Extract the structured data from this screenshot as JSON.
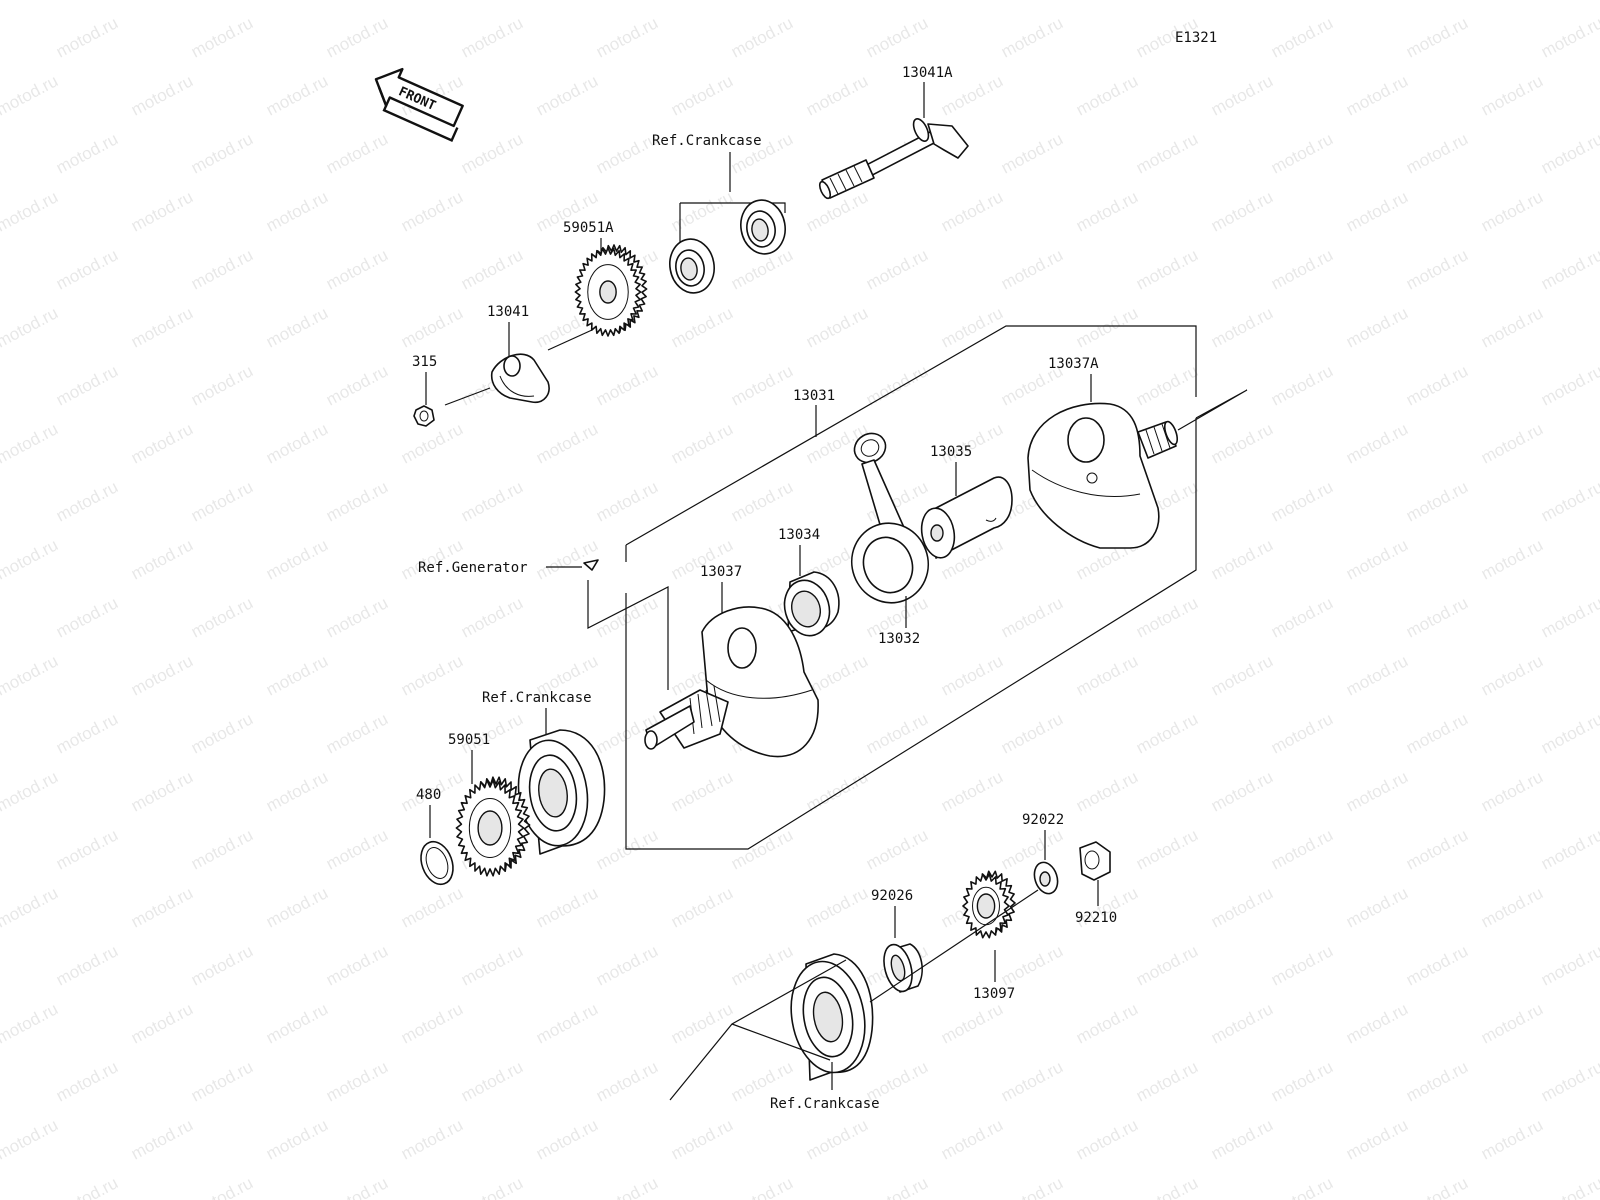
{
  "diagram_code": "E1321",
  "front_label": "FRONT",
  "watermark": "motod.ru",
  "labels": {
    "p13041A": "13041A",
    "ref_crankcase_top": "Ref.Crankcase",
    "p59051A": "59051A",
    "p13041": "13041",
    "p315": "315",
    "p13031": "13031",
    "p13037A": "13037A",
    "p13035": "13035",
    "p13034": "13034",
    "ref_generator": "Ref.Generator",
    "p13037": "13037",
    "p13032": "13032",
    "ref_crankcase_mid": "Ref.Crankcase",
    "p59051": "59051",
    "p480": "480",
    "p92022": "92022",
    "p92026": "92026",
    "p92210": "92210",
    "p13097": "13097",
    "ref_crankcase_bottom": "Ref.Crankcase"
  }
}
